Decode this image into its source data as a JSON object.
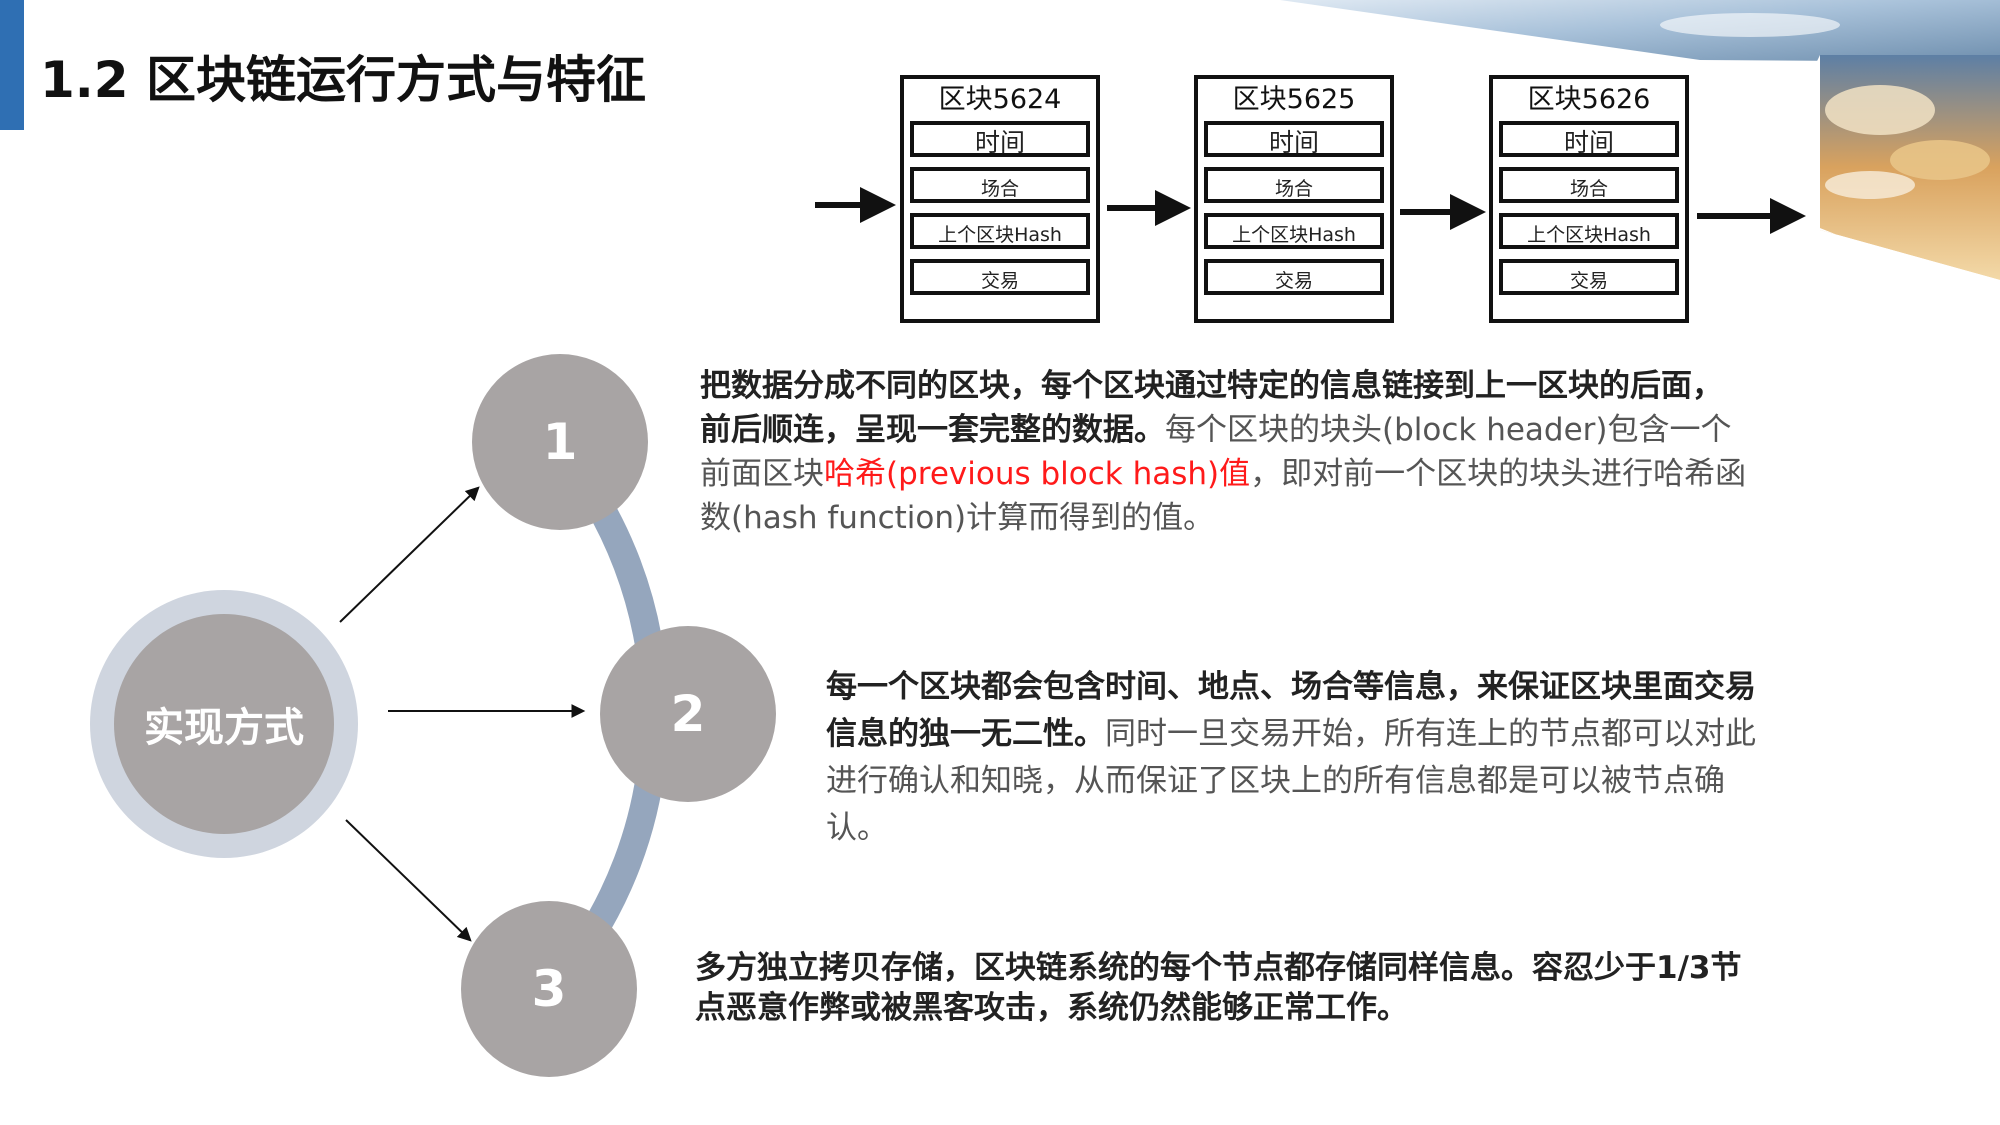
{
  "slide": {
    "title": "1.2 区块链运行方式与特征"
  },
  "chain": {
    "blocks": [
      {
        "name": "区块5624",
        "fields": [
          "时间",
          "场合",
          "上个区块Hash",
          "交易"
        ]
      },
      {
        "name": "区块5625",
        "fields": [
          "时间",
          "场合",
          "上个区块Hash",
          "交易"
        ]
      },
      {
        "name": "区块5626",
        "fields": [
          "时间",
          "场合",
          "上个区块Hash",
          "交易"
        ]
      }
    ]
  },
  "center": {
    "label": "实现方式"
  },
  "steps": [
    {
      "number": "1",
      "bold": "把数据分成不同的区块，每个区块通过特定的信息链接到上一区块的后面，前后顺连，呈现一套完整的数据。",
      "text_before": "每个区块的块头(block header)包含一个前面区块",
      "highlight": "哈希(previous block hash)值",
      "text_after": "，即对前一个区块的块头进行哈希函数(hash function)计算而得到的值。"
    },
    {
      "number": "2",
      "bold": "每一个区块都会包含时间、地点、场合等信息，来保证区块里面交易信息的独一无二性。",
      "text": "同时一旦交易开始，所有连上的节点都可以对此进行确认和知晓，从而保证了区块上的所有信息都是可以被节点确认。"
    },
    {
      "number": "3",
      "bold": "多方独立拷贝存储，区块链系统的每个节点都存储同样信息。容忍少于1/3节点恶意作弊或被黑客攻击，系统仍然能够正常工作。"
    }
  ],
  "colors": {
    "accent": "#2f6fb3",
    "circle": "#a8a4a4",
    "arc": "#95a6bd",
    "highlight": "#ff1a1a"
  }
}
